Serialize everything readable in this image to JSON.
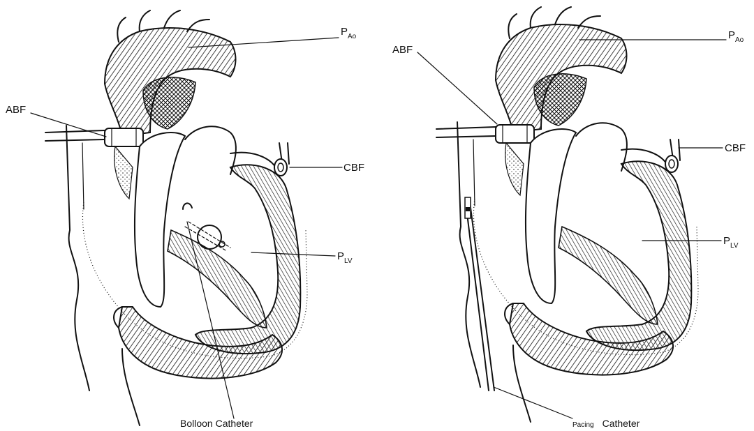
{
  "left_panel": {
    "labels": {
      "abf": "ABF",
      "pao_main": "P",
      "pao_sub": "Ao",
      "cbf": "CBF",
      "plv_main": "P",
      "plv_sub": "LV"
    },
    "caption": "Bolloon Catheter"
  },
  "right_panel": {
    "labels": {
      "abf": "ABF",
      "pao_main": "P",
      "pao_sub": "Ao",
      "cbf": "CBF",
      "plv_main": "P",
      "plv_sub": "LV"
    },
    "caption_prefix": "Pacing",
    "caption_main": "Catheter"
  }
}
